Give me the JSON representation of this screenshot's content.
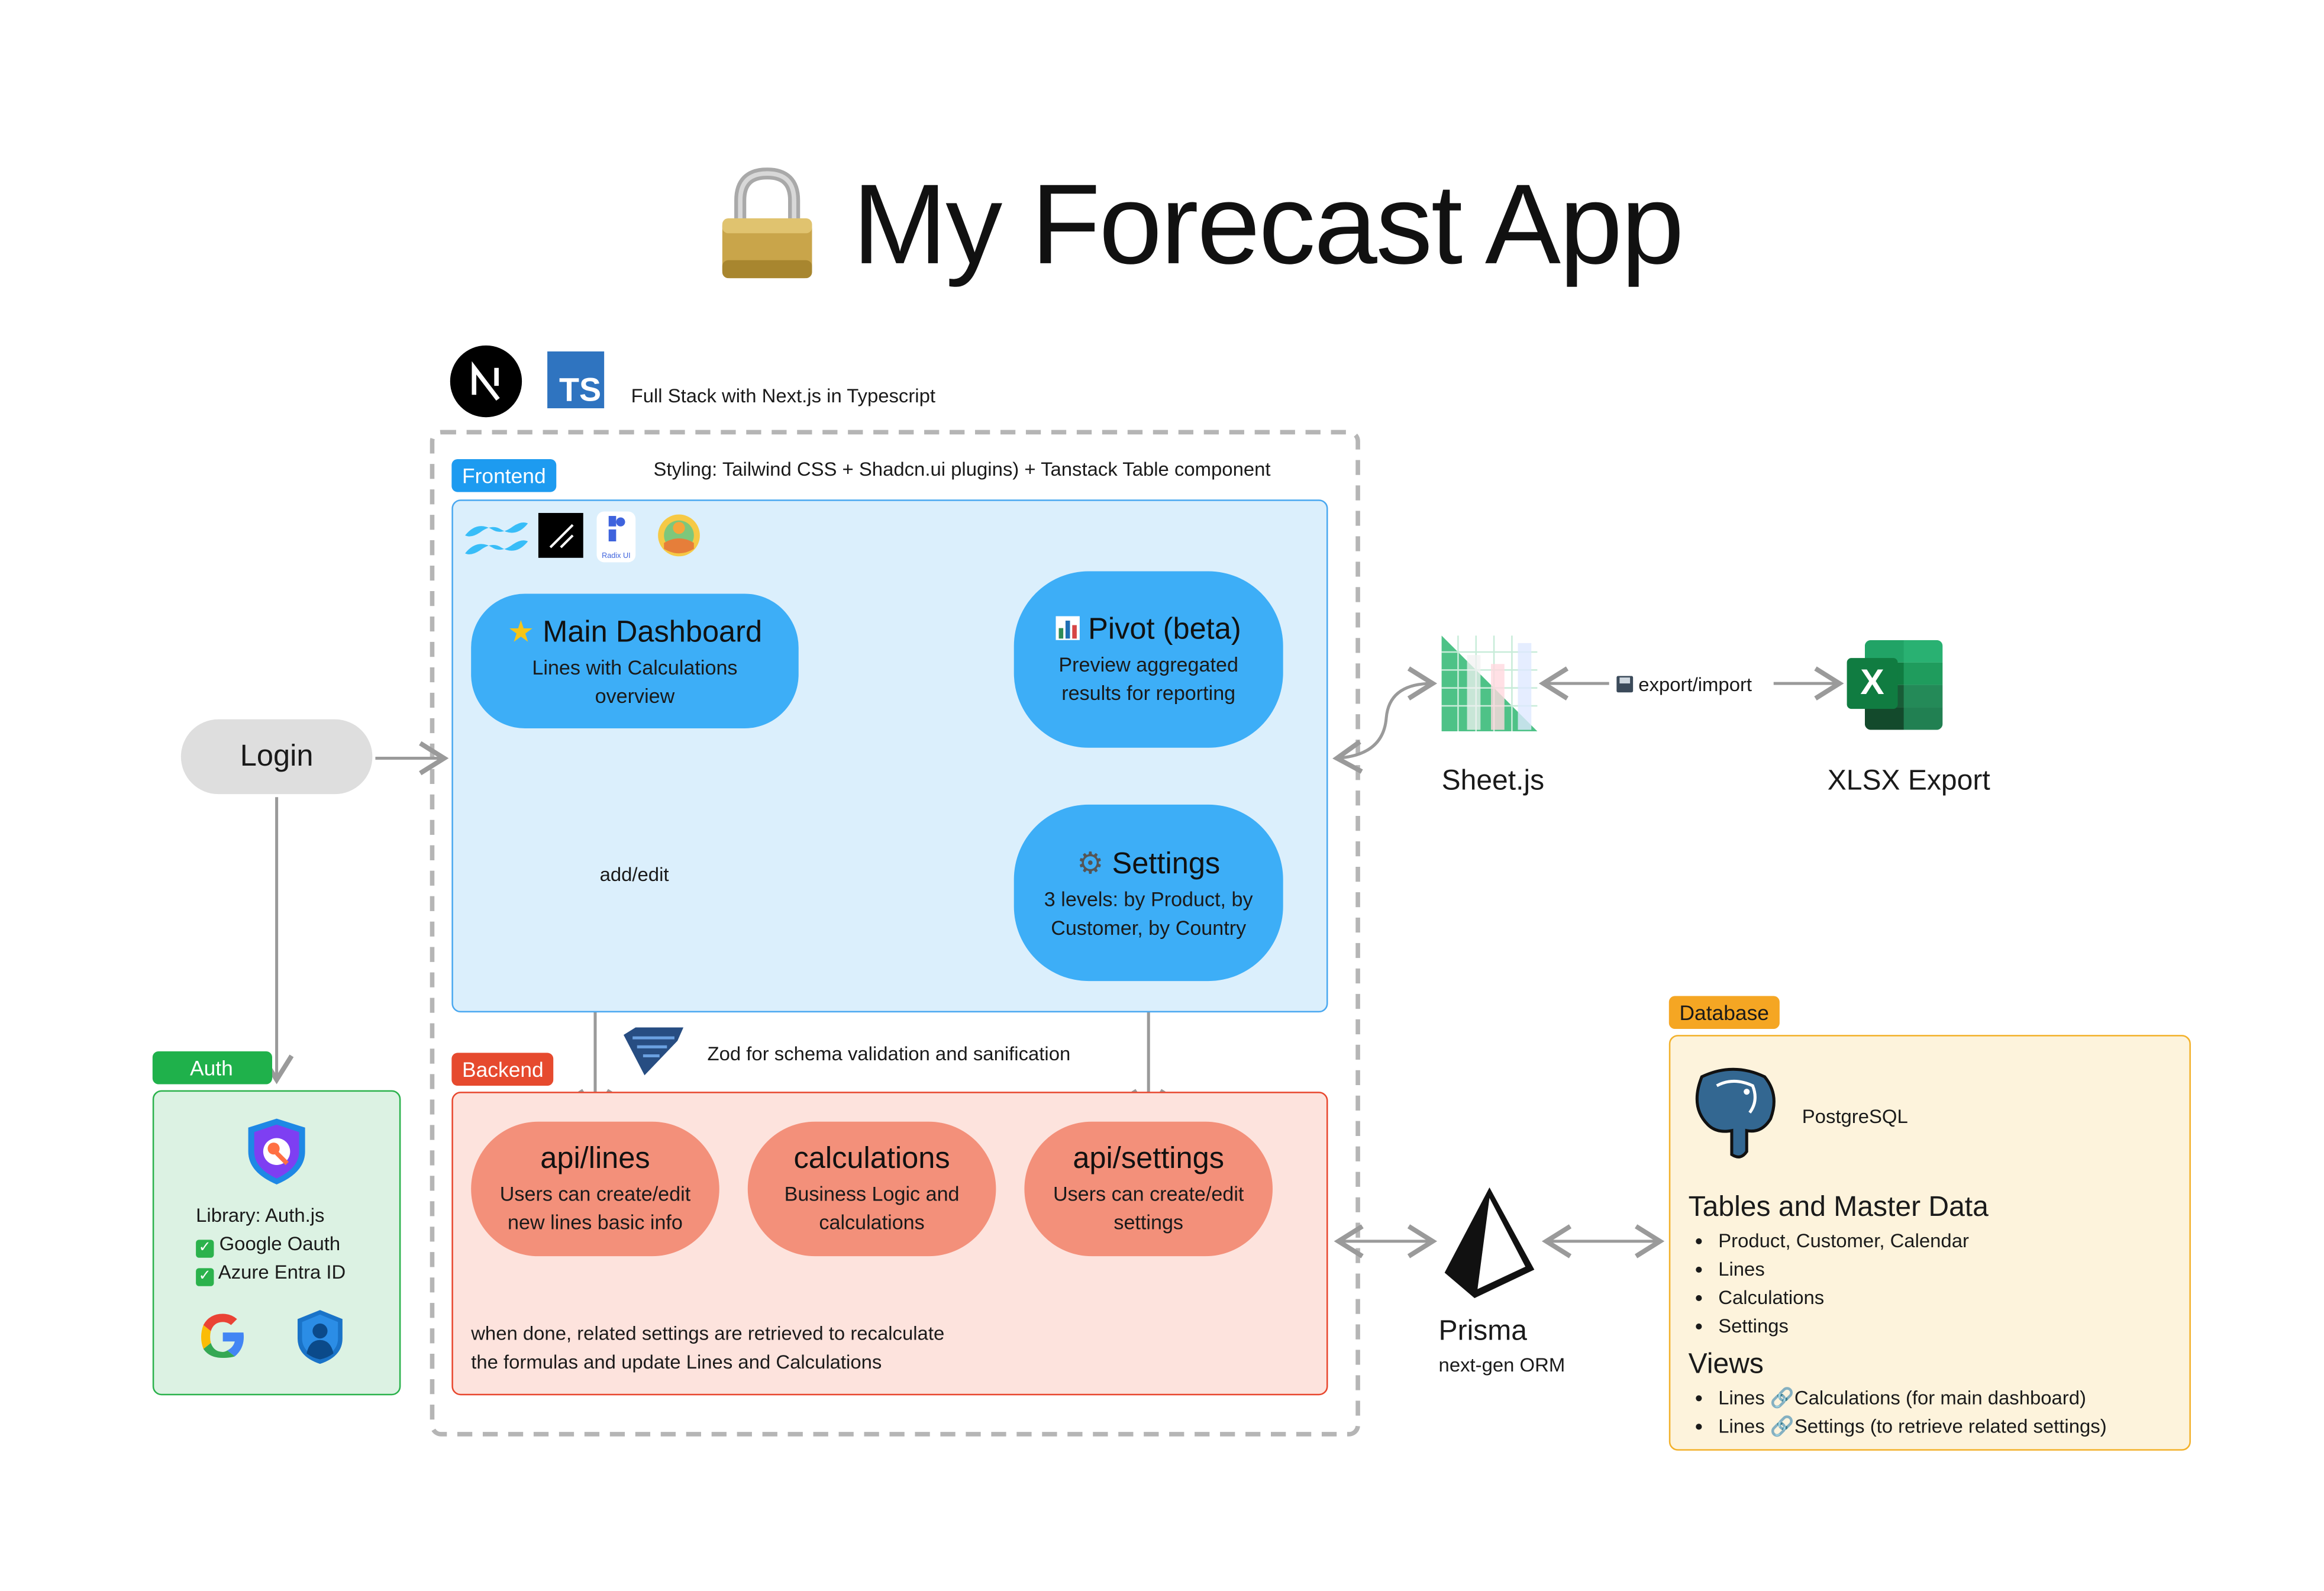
{
  "title": {
    "icon": "lock-icon",
    "text": "My Forecast App"
  },
  "stack": {
    "icons": [
      "nextjs-logo-icon",
      "typescript-logo-icon"
    ],
    "ts_label": "TS",
    "caption": "Full Stack with Next.js in Typescript"
  },
  "frontend": {
    "tag": "Frontend",
    "styling_caption": "Styling: Tailwind CSS + Shadcn.ui plugins) + Tanstack Table component",
    "library_icons": [
      "tailwind-icon",
      "shadcn-icon",
      "radix-ui-icon",
      "tanstack-icon"
    ],
    "radix_label": "Radix UI",
    "main_dashboard": {
      "icon": "star-icon",
      "title": "Main Dashboard",
      "subtitle_1": "Lines with Calculations",
      "subtitle_2": "overview"
    },
    "pivot": {
      "icon": "bar-chart-icon",
      "title": "Pivot (beta)",
      "subtitle_1": "Preview aggregated",
      "subtitle_2": "results for reporting"
    },
    "settings": {
      "icon": "gear-icon",
      "title": "Settings",
      "subtitle_1": "3 levels: by Product, by",
      "subtitle_2": "Customer, by Country"
    },
    "add_edit_label": "add/edit"
  },
  "zod": {
    "icon": "zod-icon",
    "caption": "Zod for schema validation and sanification"
  },
  "backend": {
    "tag": "Backend",
    "api_lines": {
      "title": "api/lines",
      "subtitle_1": "Users can create/edit",
      "subtitle_2": "new lines basic info"
    },
    "calculations": {
      "title": "calculations",
      "subtitle_1": "Business Logic and",
      "subtitle_2": "calculations"
    },
    "api_settings": {
      "title": "api/settings",
      "subtitle_1": "Users can create/edit",
      "subtitle_2": "settings"
    },
    "note_1": "when done, related settings are retrieved to recalculate",
    "note_2": "the formulas and update Lines and Calculations"
  },
  "login": {
    "label": "Login"
  },
  "auth": {
    "tag": "Auth",
    "library": "Library: Auth.js",
    "providers": [
      "Google Oauth",
      "Azure Entra ID"
    ],
    "icons": [
      "shield-key-icon",
      "google-icon",
      "microsoft-authenticator-icon"
    ]
  },
  "sheetjs": {
    "icon": "sheetjs-icon",
    "label": "Sheet.js"
  },
  "export_import": {
    "icon": "floppy-disk-icon",
    "label": "export/import"
  },
  "xlsx": {
    "icon": "excel-icon",
    "label": "XLSX Export",
    "letter": "X"
  },
  "prisma": {
    "icon": "prisma-icon",
    "label": "Prisma",
    "sublabel": "next-gen ORM"
  },
  "database": {
    "tag": "Database",
    "icon": "postgresql-elephant-icon",
    "engine": "PostgreSQL",
    "tables_heading": "Tables and Master Data",
    "tables": [
      "Product, Customer, Calendar",
      "Lines",
      "Calculations",
      "Settings"
    ],
    "views_heading": "Views",
    "views": [
      {
        "left": "Lines",
        "right": "Calculations (for main dashboard)"
      },
      {
        "left": "Lines",
        "right": "Settings (to retrieve related settings)"
      }
    ]
  },
  "colors": {
    "frontend_bg": "#dbeffc",
    "frontend_border": "#4aa8f0",
    "frontend_tag": "#1d9bf0",
    "backend_bg": "#fde3dd",
    "backend_border": "#e8472e",
    "backend_tag": "#e64a2e",
    "auth_bg": "#dcf2e3",
    "auth_border": "#2bb24c",
    "auth_tag": "#1fb14b",
    "db_bg": "#fdf3dc",
    "db_border": "#f3b12b",
    "db_tag": "#f5a623",
    "blue_pill": "#3daef7",
    "red_pill": "#f3907a"
  }
}
